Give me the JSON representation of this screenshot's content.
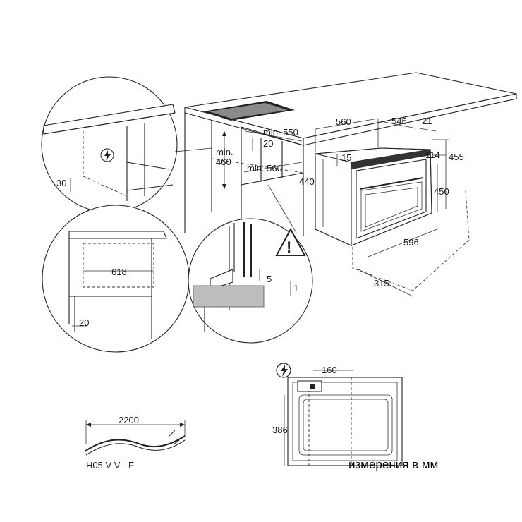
{
  "dimensions": {
    "width_560": "560",
    "depth_546": "546",
    "panel_21": "21",
    "height_455": "455",
    "offset_114": "114",
    "height_450": "450",
    "front_15": "15",
    "height_440": "440",
    "width_596": "596",
    "depth_315": "315",
    "min_label_top": "min.",
    "min_height_460": "460",
    "min_width_550": "min. 550",
    "gap_20_top": "20",
    "min_width_560": "min. 560",
    "detail_30": "30",
    "detail_618": "618",
    "detail_20": "20",
    "detail_5": "5",
    "detail_1": "1",
    "connection_160": "160",
    "connection_386": "386",
    "cable_2200": "2200"
  },
  "cable_type": "H05 V V - F",
  "units_note": "измерения в мм",
  "icons": [
    "lightning-icon",
    "warning-triangle-icon"
  ]
}
